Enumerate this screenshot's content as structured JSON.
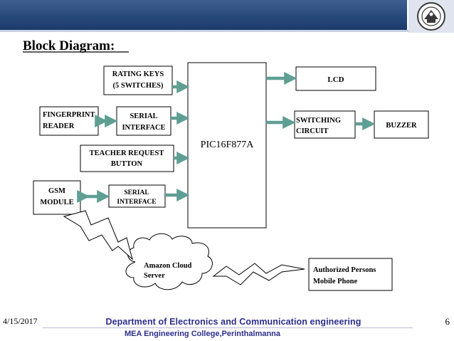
{
  "title": "Block Diagram:",
  "blocks": {
    "rating_keys": [
      "RATING KEYS",
      "(5 SWITCHES)"
    ],
    "fingerprint_reader": [
      "FINGERPRINT",
      "READER"
    ],
    "serial_interface_1": [
      "SERIAL",
      "INTERFACE"
    ],
    "teacher_request_button": [
      "TEACHER REQUEST",
      "BUTTON"
    ],
    "gsm_module": [
      "GSM",
      "MODULE"
    ],
    "serial_interface_2": [
      "SERIAL",
      "INTERFACE"
    ],
    "microcontroller": "PIC16F877A",
    "lcd": "LCD",
    "switching_circuit": [
      "SWITCHING",
      "CIRCUIT"
    ],
    "buzzer": "BUZZER",
    "cloud_server": [
      "Amazon Cloud",
      "Server"
    ],
    "mobile_phone": [
      "Authorized Persons",
      "Mobile Phone"
    ]
  },
  "footer": {
    "date": "4/15/2017",
    "department": "Department of Electronics and Communication engineering",
    "college": "MEA Engineering College,Perinthalmanna",
    "page_number": "6"
  },
  "colors": {
    "header": "#27497a",
    "arrow": "#5f9f93",
    "box_border": "#000000",
    "footer_text": "#2d2e8c"
  },
  "icons": {
    "logo": "college-emblem-icon",
    "wireless_link": "lightning-bolt-icon"
  }
}
